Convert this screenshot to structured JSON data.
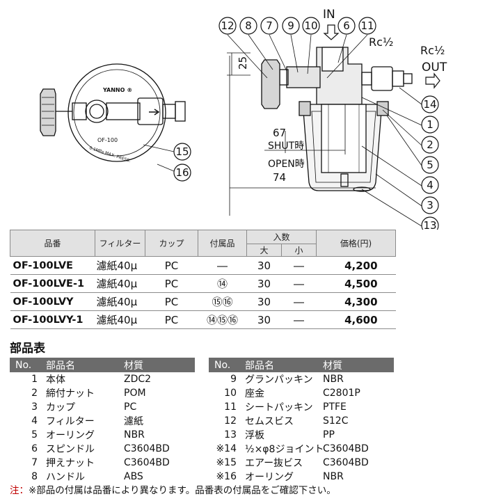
{
  "drawing": {
    "side_view": {
      "brand": "YANNO ®",
      "model_text": "OF-100",
      "pressure_text": "0.1MPa MAX. PRESS."
    },
    "section_view": {
      "in_label": "IN",
      "out_label": "OUT",
      "rc_in": "Rc½",
      "rc_out": "Rc½",
      "dim_25": "25",
      "dim_67": "67",
      "shut": "SHUT時",
      "open": "OPEN時",
      "dim_74": "74"
    },
    "callouts_top": [
      "12",
      "8",
      "7",
      "9",
      "10",
      "6",
      "11"
    ],
    "callouts_right": [
      "14",
      "1",
      "2",
      "5",
      "4",
      "3",
      "13"
    ],
    "callouts_left": [
      "15",
      "16"
    ]
  },
  "spec_table": {
    "headers": {
      "model": "品番",
      "filter": "フィルター",
      "cup": "カップ",
      "accessory": "付属品",
      "qty": "入数",
      "qty_large": "大",
      "qty_small": "小",
      "price": "価格(円)"
    },
    "rows": [
      {
        "model": "OF-100LVE",
        "filter": "濾紙40μ",
        "cup": "PC",
        "accessory": "―",
        "large": "30",
        "small": "―",
        "price": "4,200"
      },
      {
        "model": "OF-100LVE-1",
        "filter": "濾紙40μ",
        "cup": "PC",
        "accessory": "⑭",
        "large": "30",
        "small": "―",
        "price": "4,500"
      },
      {
        "model": "OF-100LVY",
        "filter": "濾紙40μ",
        "cup": "PC",
        "accessory": "⑮⑯",
        "large": "30",
        "small": "―",
        "price": "4,300"
      },
      {
        "model": "OF-100LVY-1",
        "filter": "濾紙40μ",
        "cup": "PC",
        "accessory": "⑭⑮⑯",
        "large": "30",
        "small": "―",
        "price": "4,600"
      }
    ]
  },
  "parts": {
    "title": "部品表",
    "headers": {
      "no": "No.",
      "name": "部品名",
      "material": "材質"
    },
    "left": [
      {
        "no": "1",
        "name": "本体",
        "material": "ZDC2"
      },
      {
        "no": "2",
        "name": "締付ナット",
        "material": "POM"
      },
      {
        "no": "3",
        "name": "カップ",
        "material": "PC"
      },
      {
        "no": "4",
        "name": "フィルター",
        "material": "濾紙"
      },
      {
        "no": "5",
        "name": "オーリング",
        "material": "NBR"
      },
      {
        "no": "6",
        "name": "スピンドル",
        "material": "C3604BD"
      },
      {
        "no": "7",
        "name": "押えナット",
        "material": "C3604BD"
      },
      {
        "no": "8",
        "name": "ハンドル",
        "material": "ABS"
      }
    ],
    "right": [
      {
        "no": "9",
        "name": "グランパッキン",
        "material": "NBR"
      },
      {
        "no": "10",
        "name": "座金",
        "material": "C2801P"
      },
      {
        "no": "11",
        "name": "シートパッキン",
        "material": "PTFE"
      },
      {
        "no": "12",
        "name": "セムスビス",
        "material": "S12C"
      },
      {
        "no": "13",
        "name": "浮板",
        "material": "PP"
      },
      {
        "no": "※14",
        "name": "½×φ8ジョイント",
        "material": "C3604BD"
      },
      {
        "no": "※15",
        "name": "エアー抜ビス",
        "material": "C3604BD"
      },
      {
        "no": "※16",
        "name": "オーリング",
        "material": "NBR"
      }
    ]
  },
  "note": {
    "lead": "注：",
    "text": "※部品の付属は品番により異なります。品番表の付属品をご確認下さい。"
  }
}
